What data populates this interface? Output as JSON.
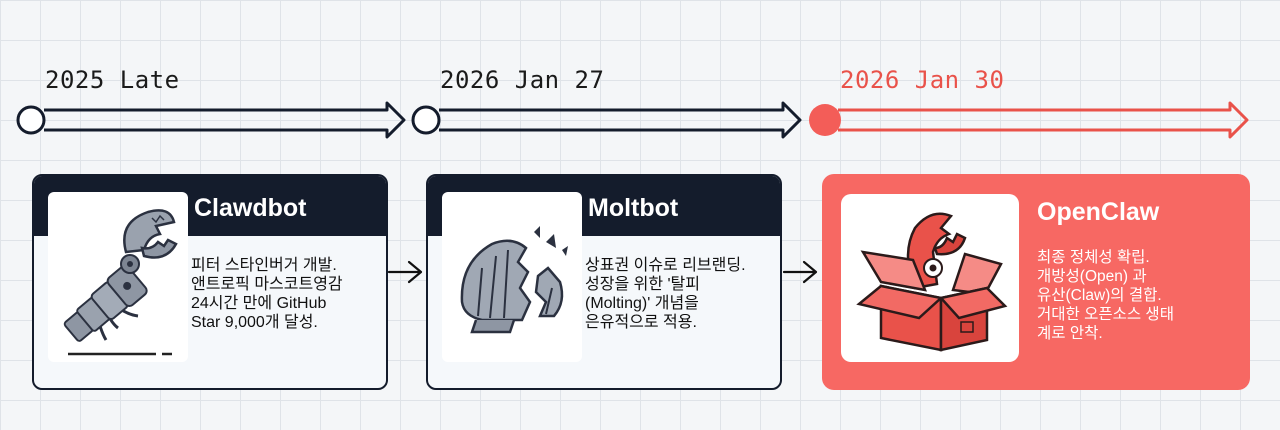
{
  "timeline": {
    "dates": [
      {
        "label": "2025 Late"
      },
      {
        "label": "2026 Jan 27"
      },
      {
        "label": "2026 Jan 30"
      }
    ],
    "colors": {
      "inactive": "#141c2c",
      "active": "#e9524a"
    }
  },
  "stages": [
    {
      "name": "Clawdbot",
      "description": "피터 스타인버거 개발.\n앤트로픽 마스코트영감\n24시간 만에 GitHub\nStar 9,000개 달성.",
      "icon": "robot-claw-icon"
    },
    {
      "name": "Moltbot",
      "description": "상표권 이슈로 리브랜딩.\n성장을 위한 '탈피\n(Molting)' 개념을\n은유적으로 적용.",
      "icon": "broken-shell-icon"
    },
    {
      "name": "OpenClaw",
      "description": "최종 정체성 확립.\n개방성(Open) 과\n유산(Claw)의 결합.\n거대한 오픈소스 생태\n계로 안착.",
      "icon": "open-box-claw-icon"
    }
  ]
}
